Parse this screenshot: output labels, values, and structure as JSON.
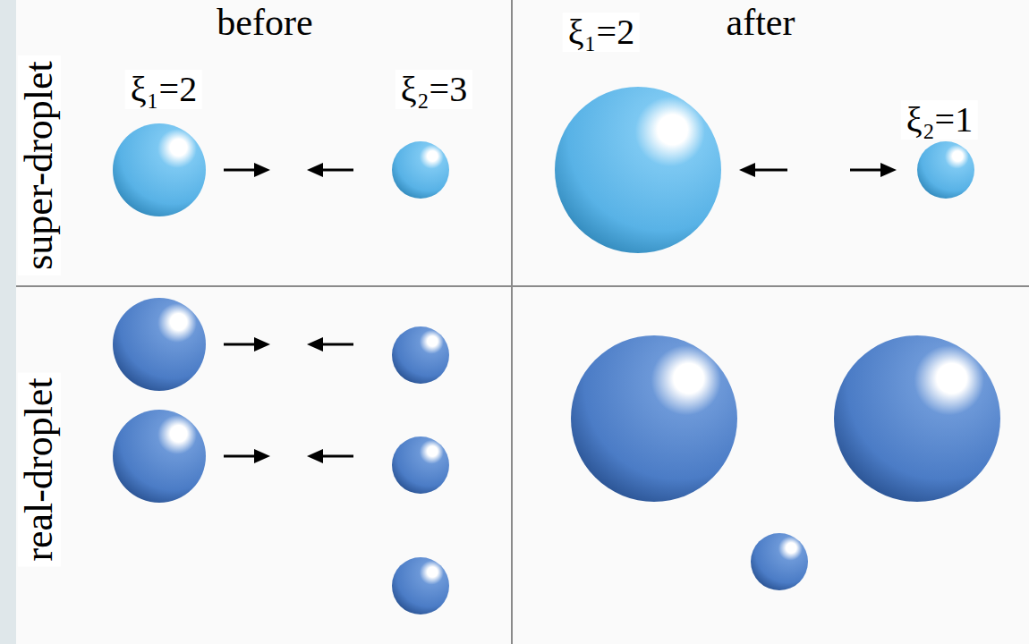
{
  "diagram": {
    "labels": [
      "before",
      "after",
      "super-droplet",
      "ξ₁=2",
      "ξ₂=3",
      "ξ₁=2",
      "ξ₂=1",
      "real-droplet"
    ]
  }
}
